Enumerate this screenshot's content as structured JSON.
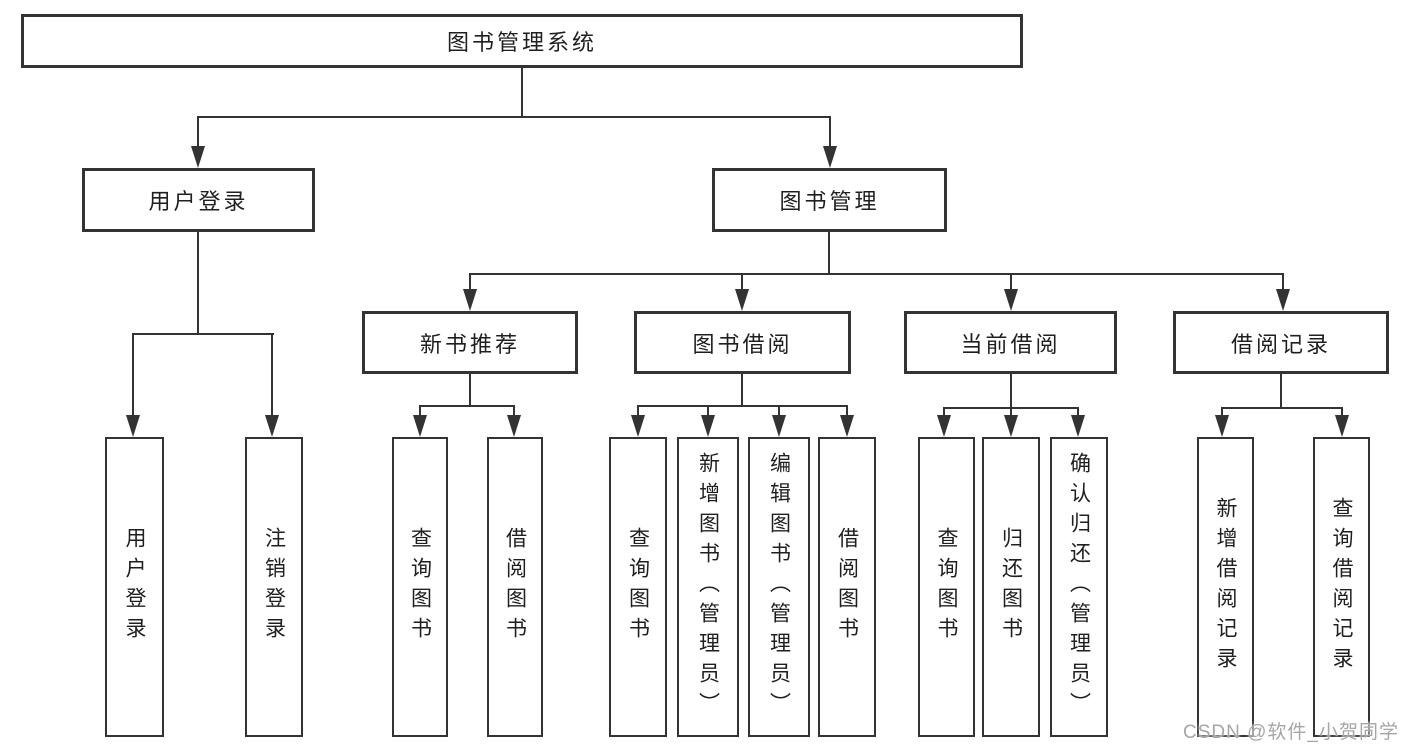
{
  "diagram": {
    "root": {
      "label": "图书管理系统"
    },
    "level2": [
      {
        "label": "用户登录"
      },
      {
        "label": "图书管理"
      }
    ],
    "level3": [
      {
        "label": "新书推荐"
      },
      {
        "label": "图书借阅"
      },
      {
        "label": "当前借阅"
      },
      {
        "label": "借阅记录"
      }
    ],
    "leaves": {
      "user_login": [
        "用户登录",
        "注销登录"
      ],
      "new_book_recommend": [
        "查询图书",
        "借阅图书"
      ],
      "book_borrow": [
        "查询图书",
        "新增图书（管理员）",
        "编辑图书（管理员）",
        "借阅图书"
      ],
      "current_borrow": [
        "查询图书",
        "归还图书",
        "确认归还（管理员）"
      ],
      "borrow_record": [
        "新增借阅记录",
        "查询借阅记录"
      ]
    }
  },
  "watermark": {
    "text": "CSDN @软件_小贺同学"
  },
  "colors": {
    "line": "#333333",
    "text": "#1f1f1f",
    "watermark": "#a6a6a6",
    "background": "#ffffff"
  }
}
